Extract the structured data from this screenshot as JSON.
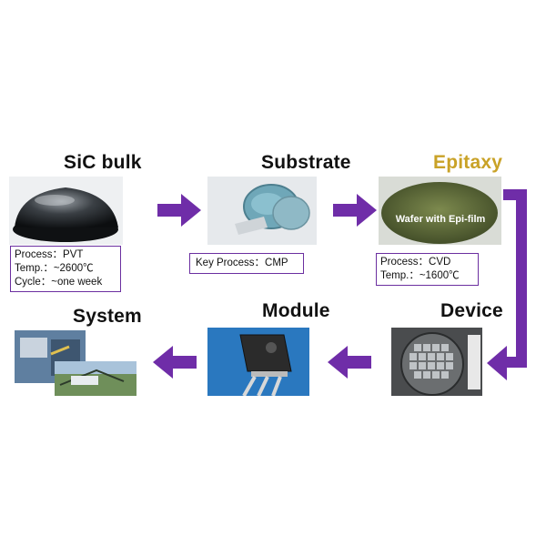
{
  "stages": {
    "sic_bulk": {
      "title": "SiC bulk",
      "lines": [
        "Process：PVT",
        "Temp.：~2600℃",
        "Cycle：~one week"
      ]
    },
    "substrate": {
      "title": "Substrate",
      "lines": [
        "Key Process：CMP"
      ]
    },
    "epitaxy": {
      "title": "Epitaxy",
      "photo_caption": "Wafer with Epi-film",
      "lines": [
        "Process：CVD",
        "Temp.：~1600℃"
      ]
    },
    "device": {
      "title": "Device"
    },
    "module": {
      "title": "Module"
    },
    "system": {
      "title": "System"
    }
  },
  "colors": {
    "arrow": "#6f2da8",
    "box_border": "#6b2fa0",
    "epitaxy_title": "#c9a227"
  }
}
